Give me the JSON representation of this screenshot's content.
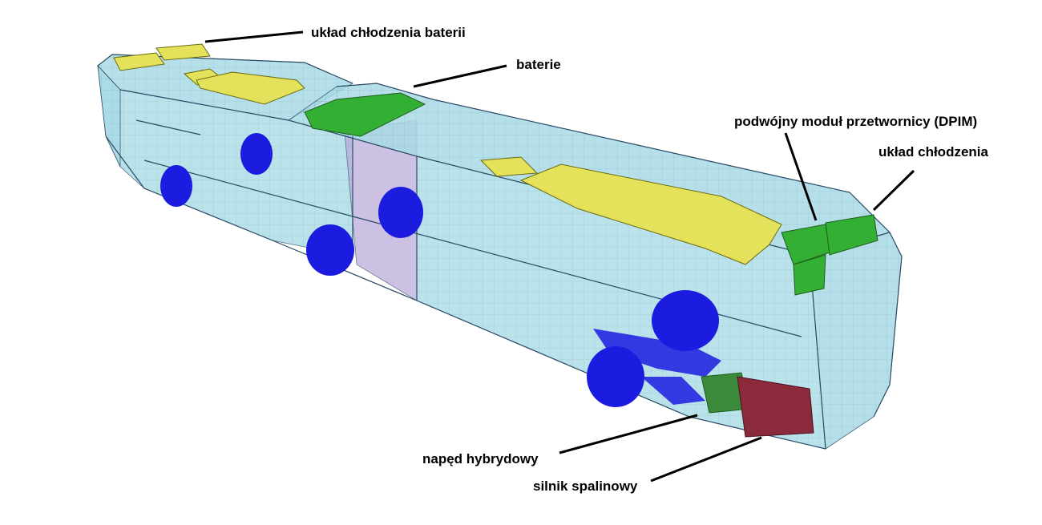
{
  "colors": {
    "body_fill": "#a9dbe6",
    "body_line": "#2b4a66",
    "wheel": "#1c1ce0",
    "battery_yellow": "#e3e25a",
    "cooling_green": "#33b033",
    "articulation": "#b8a8d8",
    "engine_red": "#8a2a3a",
    "hybrid_green": "#3a8a3a"
  },
  "labels": {
    "battery_cooling": "układ chłodzenia baterii",
    "batteries": "baterie",
    "dpim": "podwójny moduł przetwornicy (DPIM)",
    "cooling": "układ chłodzenia",
    "hybrid_drive": "napęd hybrydowy",
    "engine": "silnik spalinowy"
  },
  "icons": {
    "wheel": "wheel-icon"
  }
}
